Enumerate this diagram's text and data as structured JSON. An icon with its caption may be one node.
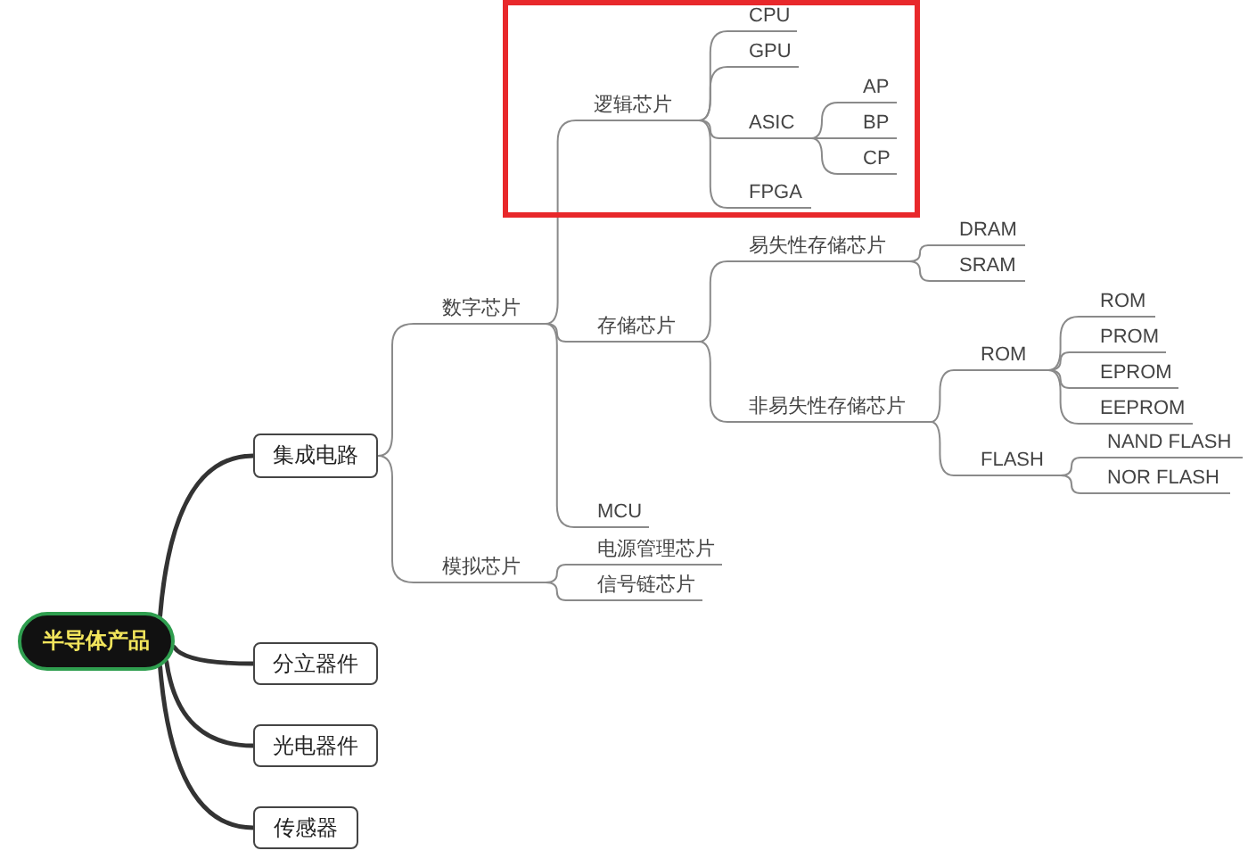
{
  "diagram": {
    "nodes": [
      {
        "text": [
          "半导体产品"
        ]
      },
      {
        "text": [
          "集成电路"
        ]
      },
      {
        "text": [
          "分立器件"
        ]
      },
      {
        "text": [
          "光电器件"
        ]
      },
      {
        "text": [
          "传感器"
        ]
      },
      {
        "text": [
          "数字芯片"
        ]
      },
      {
        "text": [
          "模拟芯片"
        ]
      },
      {
        "text": [],
        "shape": "box"
      },
      {
        "text": [
          "逻辑芯片"
        ],
        "in": 7
      },
      {
        "text": [
          "存储芯片"
        ]
      },
      {
        "text": [
          "MCU"
        ]
      },
      {
        "text": [
          "CPU"
        ],
        "in": 7
      },
      {
        "text": [
          "GPU"
        ],
        "in": 7
      },
      {
        "text": [
          "ASIC"
        ],
        "in": 7
      },
      {
        "text": [
          "FPGA"
        ],
        "in": 7
      },
      {
        "text": [
          "AP"
        ],
        "in": 7
      },
      {
        "text": [
          "BP"
        ],
        "in": 7
      },
      {
        "text": [
          "CP"
        ],
        "in": 7
      },
      {
        "text": [
          "易失性存储芯片"
        ]
      },
      {
        "text": [
          "非易失性存储芯片"
        ]
      },
      {
        "text": [
          "DRAM"
        ]
      },
      {
        "text": [
          "SRAM"
        ]
      },
      {
        "text": [
          "ROM"
        ]
      },
      {
        "text": [
          "FLASH"
        ]
      },
      {
        "text": [
          "ROM"
        ]
      },
      {
        "text": [
          "PROM"
        ]
      },
      {
        "text": [
          "EPROM"
        ]
      },
      {
        "text": [
          "EEPROM"
        ]
      },
      {
        "text": [
          "NAND FLASH"
        ]
      },
      {
        "text": [
          "NOR FLASH"
        ]
      },
      {
        "text": [
          "电源管理芯片"
        ]
      },
      {
        "text": [
          "信号链芯片"
        ]
      }
    ],
    "edges": [
      {
        "from": 0,
        "to": 1,
        "arrow": "none",
        "style": "thick",
        "color": "#333333"
      },
      {
        "from": 0,
        "to": 2,
        "arrow": "none",
        "style": "thick",
        "color": "#333333"
      },
      {
        "from": 0,
        "to": 3,
        "arrow": "none",
        "style": "thick",
        "color": "#333333"
      },
      {
        "from": 0,
        "to": 4,
        "arrow": "none",
        "style": "thick",
        "color": "#333333"
      },
      {
        "from": 1,
        "to": 5,
        "arrow": "none"
      },
      {
        "from": 1,
        "to": 6,
        "arrow": "none"
      },
      {
        "from": 5,
        "to": 8,
        "arrow": "none"
      },
      {
        "from": 5,
        "to": 9,
        "arrow": "none"
      },
      {
        "from": 5,
        "to": 10,
        "arrow": "none"
      },
      {
        "from": 8,
        "to": 11,
        "arrow": "none"
      },
      {
        "from": 8,
        "to": 12,
        "arrow": "none"
      },
      {
        "from": 8,
        "to": 13,
        "arrow": "none"
      },
      {
        "from": 8,
        "to": 14,
        "arrow": "none"
      },
      {
        "from": 13,
        "to": 15,
        "arrow": "none"
      },
      {
        "from": 13,
        "to": 16,
        "arrow": "none"
      },
      {
        "from": 13,
        "to": 17,
        "arrow": "none"
      },
      {
        "from": 9,
        "to": 18,
        "arrow": "none"
      },
      {
        "from": 9,
        "to": 19,
        "arrow": "none"
      },
      {
        "from": 18,
        "to": 20,
        "arrow": "none"
      },
      {
        "from": 18,
        "to": 21,
        "arrow": "none"
      },
      {
        "from": 19,
        "to": 22,
        "arrow": "none"
      },
      {
        "from": 19,
        "to": 23,
        "arrow": "none"
      },
      {
        "from": 22,
        "to": 24,
        "arrow": "none"
      },
      {
        "from": 22,
        "to": 25,
        "arrow": "none"
      },
      {
        "from": 22,
        "to": 26,
        "arrow": "none"
      },
      {
        "from": 22,
        "to": 27,
        "arrow": "none"
      },
      {
        "from": 23,
        "to": 28,
        "arrow": "none"
      },
      {
        "from": 23,
        "to": 29,
        "arrow": "none"
      },
      {
        "from": 6,
        "to": 30,
        "arrow": "none"
      },
      {
        "from": 6,
        "to": 31,
        "arrow": "none"
      }
    ]
  }
}
